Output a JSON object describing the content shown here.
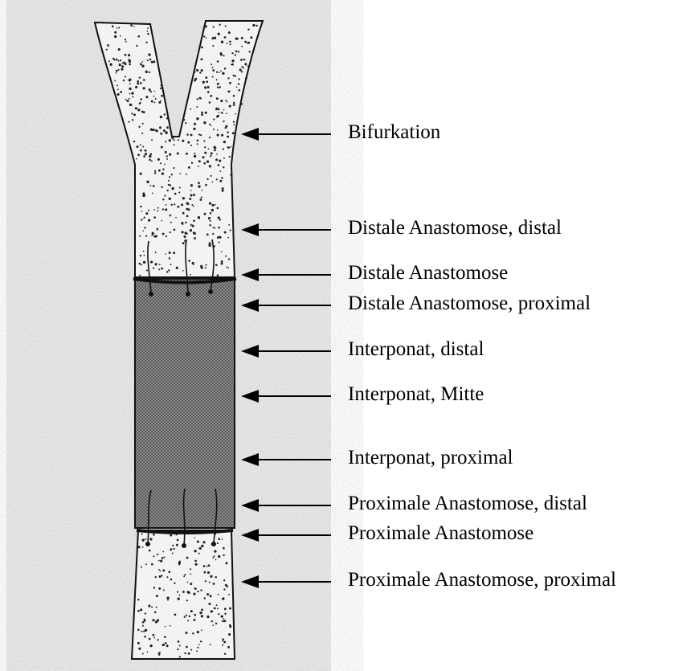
{
  "figure": {
    "labels": [
      "Bifurkation",
      "Distale Anastomose, distal",
      "Distale Anastomose",
      "Distale Anastomose, proximal",
      "Interponat, distal",
      "Interponat, Mitte",
      "Interponat, proximal",
      "Proximale Anastomose, distal",
      "Proximale Anastomose",
      "Proximale Anastomose, proximal"
    ]
  }
}
